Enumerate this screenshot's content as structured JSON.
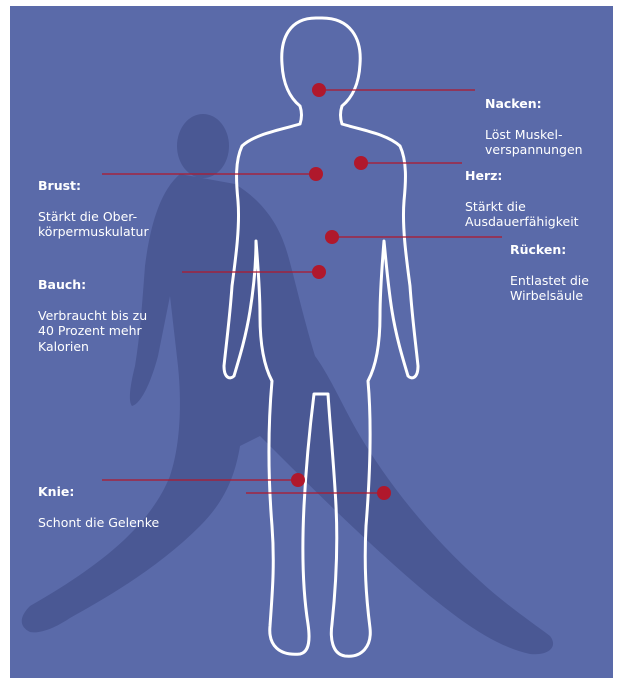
{
  "colors": {
    "background": "#5a6aa9",
    "silhouette": "#4a5894",
    "outline": "#ffffff",
    "marker": "#b0182c",
    "text": "#ffffff"
  },
  "annotations": [
    {
      "key": "nacken",
      "title": "Nacken:",
      "text": "Löst Muskel-\nverspannungen"
    },
    {
      "key": "herz",
      "title": "Herz:",
      "text": "Stärkt die\nAusdauerfähigkeit"
    },
    {
      "key": "brust",
      "title": "Brust:",
      "text": "Stärkt die Ober-\nkörpermuskulatur"
    },
    {
      "key": "ruecken",
      "title": "Rücken:",
      "text": "Entlastet die\nWirbelsäule"
    },
    {
      "key": "bauch",
      "title": "Bauch:",
      "text": "Verbraucht bis zu\n40 Prozent mehr\nKalorien"
    },
    {
      "key": "knie",
      "title": "Knie:",
      "text": "Schont die Gelenke"
    }
  ]
}
